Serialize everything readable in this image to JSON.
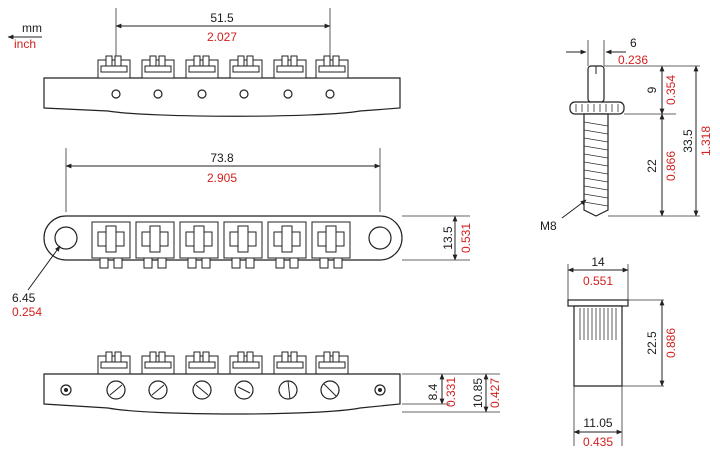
{
  "units": {
    "primary": "mm",
    "secondary": "inch"
  },
  "dimensions": {
    "top_width_mm": "51.5",
    "top_width_in": "2.027",
    "mid_width_mm": "73.8",
    "mid_width_in": "2.905",
    "mid_height_mm": "13.5",
    "mid_height_in": "0.531",
    "hole_dia_mm": "6.45",
    "hole_dia_in": "0.254",
    "low_h1_mm": "8.4",
    "low_h1_in": "0.331",
    "low_h2_mm": "10.85",
    "low_h2_in": "0.427",
    "stud_head_mm": "6",
    "stud_head_in": "0.236",
    "stud_top_mm": "9",
    "stud_top_in": "0.354",
    "stud_thread_mm": "22",
    "stud_thread_in": "0.866",
    "stud_total_mm": "33.5",
    "stud_total_in": "1.318",
    "stud_thread_label": "M8",
    "anchor_top_mm": "14",
    "anchor_top_in": "0.551",
    "anchor_height_mm": "22.5",
    "anchor_height_in": "0.886",
    "anchor_bottom_mm": "11.05",
    "anchor_bottom_in": "0.435"
  },
  "colors": {
    "imperial": "#d42020",
    "metric": "#1a1a1a"
  }
}
